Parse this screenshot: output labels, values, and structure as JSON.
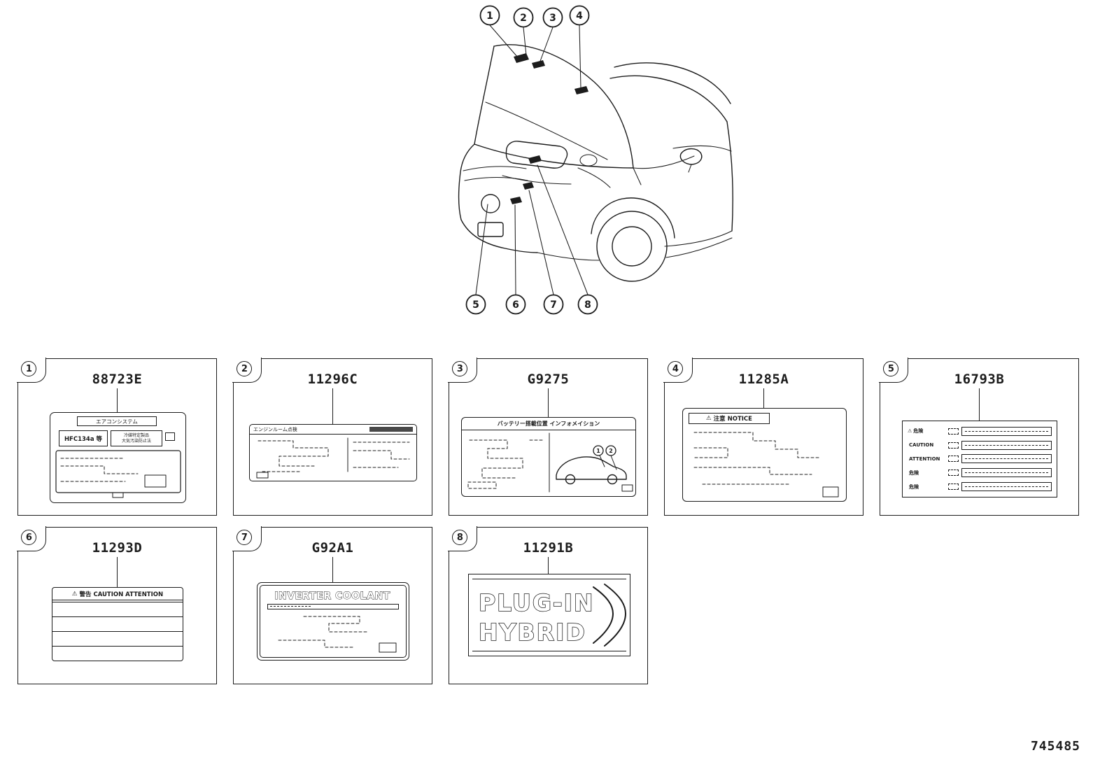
{
  "page_number": "745485",
  "car": {
    "callouts_top": [
      "1",
      "2",
      "3",
      "4"
    ],
    "callouts_bottom": [
      "5",
      "6",
      "7",
      "8"
    ]
  },
  "panels": [
    {
      "callout": "1",
      "part_number": "88723E",
      "label": {
        "header": "エアコンシステム",
        "refrigerant": "HFC134a 等",
        "note1": "冷媒特定製品",
        "note2": "大気汚染防止法"
      }
    },
    {
      "callout": "2",
      "part_number": "11296C",
      "label": {
        "header": "エンジンルーム点検"
      }
    },
    {
      "callout": "3",
      "part_number": "G9275",
      "label": {
        "header": "バッテリー搭載位置 インフォメイション",
        "marker1": "1",
        "marker2": "2"
      }
    },
    {
      "callout": "4",
      "part_number": "11285A",
      "label": {
        "warn": "⚠",
        "header": "注意 NOTICE"
      }
    },
    {
      "callout": "5",
      "part_number": "16793B",
      "label": {
        "rows": [
          {
            "warn": "⚠",
            "text": "危険"
          },
          {
            "warn": "",
            "text": "CAUTION"
          },
          {
            "warn": "",
            "text": "ATTENTION"
          },
          {
            "warn": "",
            "text": "危険"
          },
          {
            "warn": "",
            "text": "危険"
          }
        ]
      }
    },
    {
      "callout": "6",
      "part_number": "11293D",
      "label": {
        "warn": "⚠",
        "header": "警告 CAUTION ATTENTION"
      }
    },
    {
      "callout": "7",
      "part_number": "G92A1",
      "label": {
        "header": "INVERTER COOLANT"
      }
    },
    {
      "callout": "8",
      "part_number": "11291B",
      "label": {
        "line1": "PLUG-IN",
        "line2": "HYBRID"
      }
    }
  ]
}
